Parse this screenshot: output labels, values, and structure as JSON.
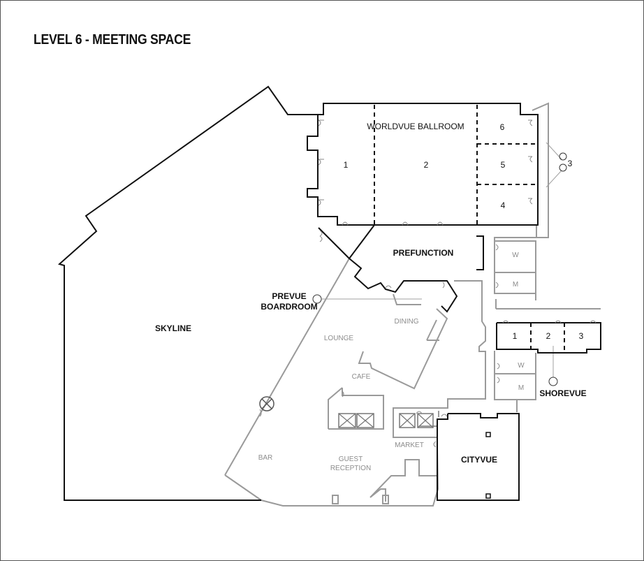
{
  "title": "LEVEL 6 - MEETING SPACE",
  "colors": {
    "meeting_space_outline": "#111111",
    "public_space_outline": "#9a9a9a",
    "background": "#ffffff"
  },
  "rooms": {
    "worldvue_ballroom": "WORLDVUE BALLROOM",
    "ballroom_sections": [
      "1",
      "2",
      "6",
      "5",
      "4"
    ],
    "callout_3": "3",
    "prefunction": "PREFUNCTION",
    "prevue_boardroom_line1": "PREVUE",
    "prevue_boardroom_line2": "BOARDROOM",
    "skyline": "SKYLINE",
    "shorevue": "SHOREVUE",
    "shorevue_sections": [
      "1",
      "2",
      "3"
    ],
    "cityvue": "CITYVUE"
  },
  "amenities": {
    "dining": "DINING",
    "lounge": "LOUNGE",
    "cafe": "CAFE",
    "bar": "BAR",
    "market": "MARKET",
    "guest_reception_line1": "GUEST",
    "guest_reception_line2": "RECEPTION",
    "restroom_w": "W",
    "restroom_m": "M"
  },
  "icons": [
    "elevator-icon",
    "column-icon",
    "door-swing-icon"
  ]
}
